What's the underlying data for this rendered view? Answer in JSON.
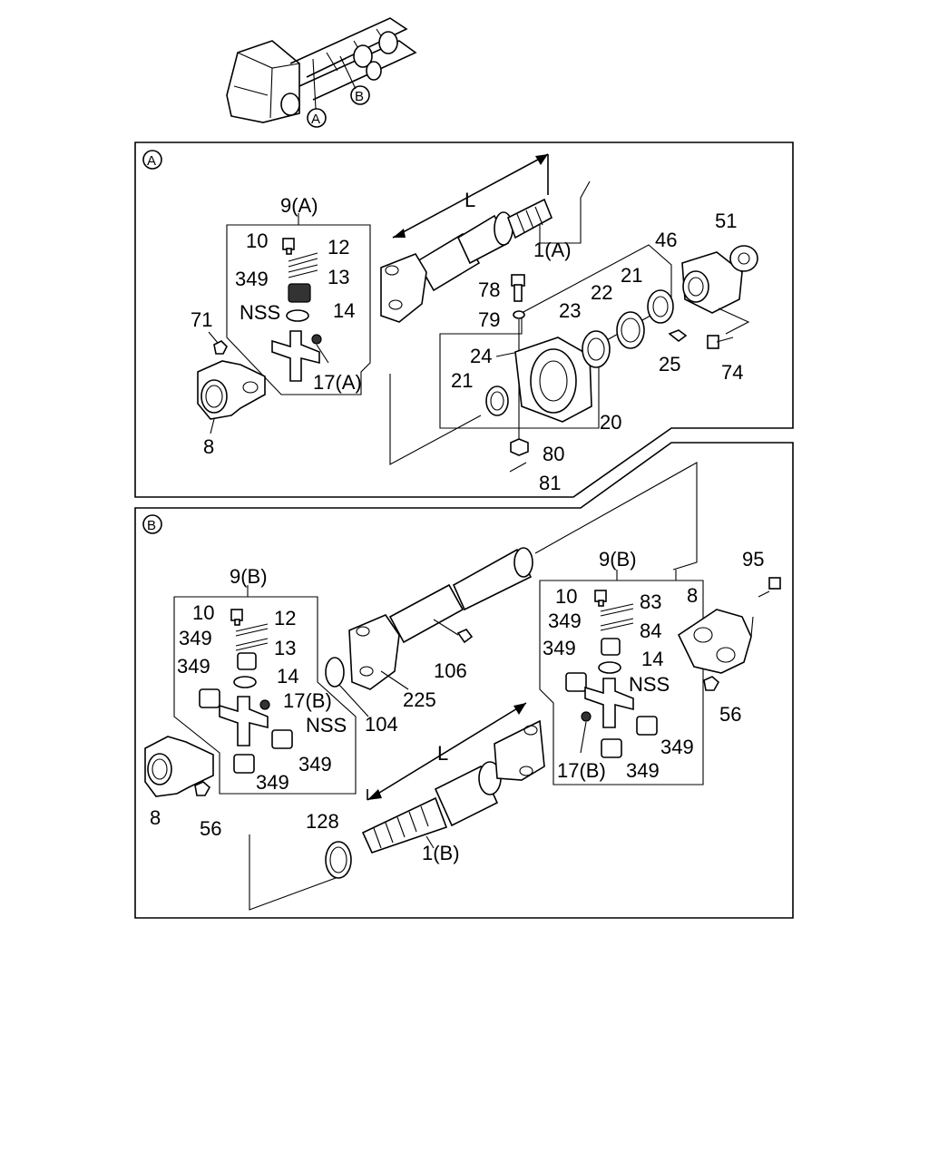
{
  "overview": {
    "section_a_marker": "A",
    "section_b_marker": "B"
  },
  "section_a": {
    "marker": "A",
    "labels": {
      "group_9a": "9(A)",
      "p10": "10",
      "p12": "12",
      "p13": "13",
      "p349": "349",
      "nss": "NSS",
      "p14": "14",
      "p17a": "17(A)",
      "p71": "71",
      "p8": "8",
      "length": "L",
      "shaft_1a": "1(A)",
      "p78": "78",
      "p79": "79",
      "p24": "24",
      "p21_left": "21",
      "p80": "80",
      "p81": "81",
      "p23": "23",
      "p22": "22",
      "p21_right": "21",
      "p25": "25",
      "p20": "20",
      "p46": "46",
      "p51": "51",
      "p74": "74"
    }
  },
  "section_b": {
    "marker": "B",
    "labels": {
      "group_9b_left": "9(B)",
      "l10": "10",
      "l12": "12",
      "l349_a": "349",
      "l13": "13",
      "l349_b": "349",
      "l14": "14",
      "l17b": "17(B)",
      "lnss": "NSS",
      "l349_c": "349",
      "l349_d": "349",
      "l8": "8",
      "l56": "56",
      "p104": "104",
      "p225": "225",
      "p106": "106",
      "length": "L",
      "p128": "128",
      "shaft_1b": "1(B)",
      "group_9b_right": "9(B)",
      "r10": "10",
      "r83": "83",
      "r349_a": "349",
      "r84": "84",
      "r349_b": "349",
      "r14": "14",
      "rnss": "NSS",
      "r17b": "17(B)",
      "r349_c": "349",
      "r349_d": "349",
      "r95": "95",
      "r8": "8",
      "r56": "56"
    }
  }
}
